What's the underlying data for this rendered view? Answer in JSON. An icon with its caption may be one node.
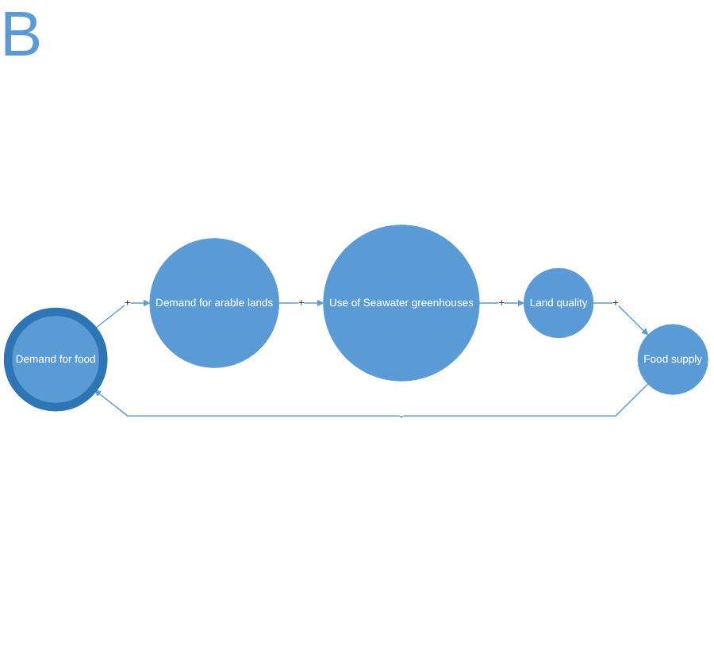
{
  "diagram": {
    "nodes": [
      {
        "text": [
          "Demand for food"
        ]
      },
      {
        "text": [
          "Demand for arable lands"
        ]
      },
      {
        "text": [
          "Use of Seawater greenhouses"
        ]
      },
      {
        "text": [
          "Land quality"
        ]
      },
      {
        "text": [
          "Food supply"
        ]
      }
    ],
    "edges": [
      {
        "from": 0,
        "to": 1,
        "arrow": "to",
        "label": "+"
      },
      {
        "from": 1,
        "to": 2,
        "arrow": "to",
        "label": "+"
      },
      {
        "from": 2,
        "to": 3,
        "arrow": "to",
        "label": "+"
      },
      {
        "from": 3,
        "to": 4,
        "arrow": "to",
        "label": "+"
      },
      {
        "from": 4,
        "to": 0,
        "arrow": "to",
        "label": "-"
      }
    ],
    "labels": [
      "B"
    ]
  }
}
